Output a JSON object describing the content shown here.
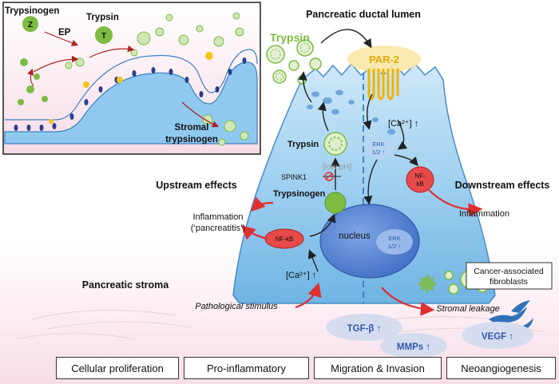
{
  "inset": {
    "trypsinogen": "Trypsinogen",
    "z_badge": "Z",
    "ep": "EP",
    "trypsin": "Trypsin",
    "t_badge": "T",
    "stromal_line1": "Stromal",
    "stromal_line2": "trypsinogen"
  },
  "main": {
    "ductal_lumen": "Pancreatic ductal lumen",
    "trypsin_lumen": "Trypsin",
    "par2": "PAR-2",
    "ca_right": "[Ca²⁺] ↑",
    "erk_upper_1": "ERK",
    "erk_upper_2": "1/2 ↑",
    "nfkb_right_1": "NF-",
    "nfkb_right_2": "kB",
    "trypsin_cell": "Trypsin",
    "low_ph": "[low pH]",
    "spink1": "SPINK1",
    "trypsinogen_cell": "Trypsinogen",
    "nucleus": "nucleus",
    "erk_lower_1": "ERK",
    "erk_lower_2": "1/2 ↑",
    "nfkb_left": "NF-kB",
    "ca_left": "[Ca²⁺] ↑"
  },
  "labels": {
    "upstream": "Upstream effects",
    "downstream": "Downstream effects",
    "inflammation_left_1": "Inflammation",
    "inflammation_left_2": "(‘pancreatitis’)",
    "inflammation_right": "Inflammation",
    "stroma": "Pancreatic stroma",
    "pathological": "Pathological stimulus",
    "stromal_leakage": "Stromal leakage",
    "caf_1": "Cancer-associated",
    "caf_2": "fibroblasts",
    "tgf": "TGF-β ↑",
    "mmps": "MMPs ↑",
    "vegf": "VEGF ↑"
  },
  "bottom_boxes": [
    "Cellular proliferation",
    "Pro-inflammatory",
    "Migration & Invasion",
    "Neoangiogenesis"
  ],
  "colors": {
    "cell_blue": "#8fc9ef",
    "trypsin_green": "#7dbb42",
    "par2_yellow": "#f5c518",
    "nfkb_red": "#e84a4a",
    "arrow_red": "#e02f2f",
    "stroma_pink": "#fbe6ee"
  }
}
